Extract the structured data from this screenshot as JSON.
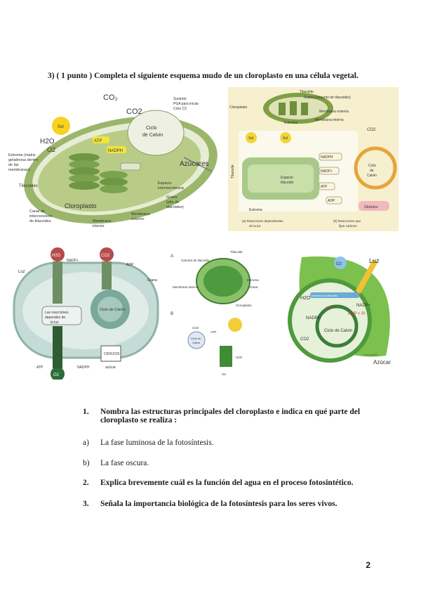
{
  "heading": "3)  ( 1 punto ) Completa el siguiente esquema mudo de un cloroplasto en una célula vegetal.",
  "fig1": {
    "co2_top": "CO2",
    "co2": "CO2",
    "sol": "Sol",
    "h2o": "H2O",
    "o2": "O2",
    "atp": "ATP",
    "nadph": "NADPH",
    "ciclo": "Ciclo de Calvin",
    "azucares": "Azúcares",
    "estroma": "Estroma (matriz gelatinosa dentro de las membranas)",
    "tilacoides": "Tilacoides",
    "cloroplasto": "Cloroplasto",
    "canal": "Canal de interconexión de tilacoides",
    "membrana_interior": "Membrana interior",
    "membrana_exterior": "Membrana exterior",
    "grana": "Grana (pila de tilacoides)",
    "espacio": "Espacio intermembrana",
    "top_right": "Sustrato PGA para iniciar Ciclo C3"
  },
  "fig2": {
    "tilacoide": "Tilacoide",
    "grana": "Grana (conjunto de tilacoides)",
    "cloroplasto": "Cloroplasto",
    "membrana_externa": "Membrana externa",
    "membrana_interna": "Membrana interna",
    "estroma": "Estroma",
    "sol1": "Sol",
    "sol2": "Sol",
    "nadph": "NADPH",
    "nadp": "NADP+",
    "atp": "ATP",
    "adp": "ADP",
    "co2": "CO2",
    "ciclo": "Ciclo de Calvin",
    "espacio": "Espacio tilacoide",
    "glucosa": "Glúcidos",
    "caption_a": "(a) Reacciones dependientes de la luz",
    "caption_b": "(b) Reacciones que fijan carbono",
    "tilacoide_side": "Tilacoide",
    "estroma_bottom": "Estroma"
  },
  "fig3": {
    "h2o": "H2O",
    "co2": "CO2",
    "luz": "Luz",
    "nadp": "NADP+",
    "adp": "ADP",
    "grana": "Grana",
    "reacciones": "Las reacciones dependen de la luz",
    "ciclo": "Ciclo de Calvin",
    "atp": "ATP",
    "nadph": "NADPH",
    "o2": "O2",
    "glucose": "C6H12O6",
    "azucar": "azúcar"
  },
  "fig4": {
    "a": "A",
    "b": "B",
    "l1": "Tilacoide",
    "l2": "Cámara de tilacoide",
    "l3": "Membrana interna",
    "l4": "Estroma",
    "l5": "Grana",
    "l6": "Cloroplasto",
    "ciclo": "Ciclo de Calvin",
    "co2": "CO2",
    "atp": "ATP",
    "o2": "O2",
    "h2o": "H2O"
  },
  "fig5": {
    "o2": "O2",
    "luz": "Luz",
    "h2o": "H2O",
    "membrana": "Membrana de tilacoides",
    "nadp": "NADP+",
    "atp": "ATP",
    "adp": "ADP + Pi",
    "nadph": "NADPH",
    "ciclo": "Ciclo de Calvin",
    "co2": "CO2",
    "azucar": "Azúcar",
    "cloroplasto": "Cloroplasto"
  },
  "questions": {
    "q1_num": "1.",
    "q1_text_line1": "Nombra las estructuras principales del cloroplasto e indica en qué parte del",
    "q1_text_line2": "cloroplasto se realiza :",
    "qa_num": "a)",
    "qa_text": "La fase luminosa de la fotosíntesis.",
    "qb_num": "b)",
    "qb_text": "La fase oscura.",
    "q2_num": "2.",
    "q2_text": "Explica brevemente cuál es la función del agua en el proceso fotosintético.",
    "q3_num": "3.",
    "q3_text": "Señala la importancia biológica de la fotosíntesis para los seres vivos."
  },
  "page_number": "2"
}
